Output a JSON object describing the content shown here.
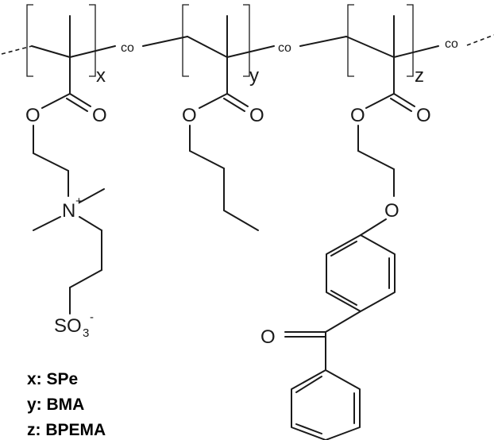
{
  "units": {
    "x": {
      "subscript": "x"
    },
    "y": {
      "subscript": "y"
    },
    "z": {
      "subscript": "z"
    }
  },
  "co_labels": [
    "co",
    "co",
    "co"
  ],
  "atoms": {
    "oxygen": "O",
    "nitrogen": "N",
    "plus": "+",
    "sulfonate_s": "SO",
    "sulfonate_3": "3",
    "minus": "-"
  },
  "legend": [
    {
      "text": "x: SPe"
    },
    {
      "text": "y: BMA"
    },
    {
      "text": "z: BPEMA"
    }
  ]
}
